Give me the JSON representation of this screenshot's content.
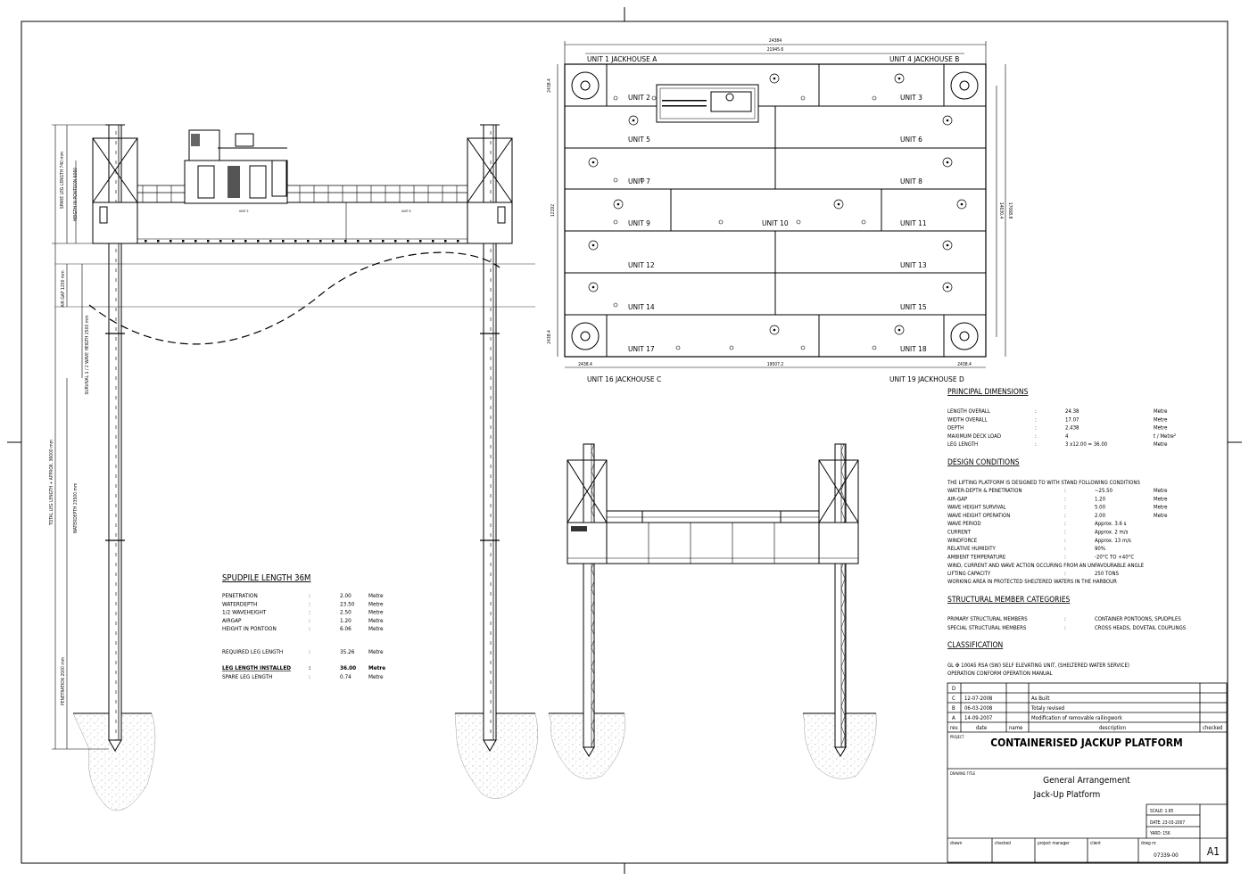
{
  "plan": {
    "dims": {
      "overall_width": "24384",
      "inner_width": "21945.6",
      "overall_height": "17068.8",
      "inner_height": "14630.4",
      "side_mid": "12192",
      "corner_top": "2438.4",
      "corner_bottom": "2438.4",
      "bottom_left": "2438.4",
      "bottom_mid": "19507.2",
      "bottom_right": "2438.4"
    },
    "jackhouses": {
      "a": "UNIT 1 JACKHOUSE A",
      "b": "UNIT 4 JACKHOUSE B",
      "c": "UNIT 16 JACKHOUSE C",
      "d": "UNIT 19 JACKHOUSE D"
    },
    "units": {
      "u2": "UNIT 2",
      "u3": "UNIT 3",
      "u5": "UNIT 5",
      "u6": "UNIT 6",
      "u7": "UNIT 7",
      "u8": "UNIT 8",
      "u9": "UNIT 9",
      "u10": "UNIT 10",
      "u11": "UNIT 11",
      "u12": "UNIT 12",
      "u13": "UNIT 13",
      "u14": "UNIT 14",
      "u15": "UNIT 15",
      "u17": "UNIT 17",
      "u18": "UNIT 18"
    }
  },
  "elevation": {
    "dims": {
      "total_leg": "TOTAL LEG LENGTH + APPROX. 36000 mm",
      "spare_leg": "SPARE LEG LENGTH 740 mm",
      "height_pontoon": "HEIGTH IN PONTOON 6060",
      "air_gap": "AIR GAP 1200 mm",
      "survival": "SURVIVAL 1 / 2 WAVE HEIGTH 2500 mm",
      "waterdepth": "WATERDEPTH 23500 mm",
      "penetration": "PENETRATION 2000 mm"
    },
    "spudpile": {
      "title": "SPUDPILE LENGTH 36M",
      "rows": [
        {
          "label": "PENETRATION",
          "sep": ":",
          "value": "2.00",
          "unit": "Metre"
        },
        {
          "label": "WATERDEPTH",
          "sep": ":",
          "value": "23.50",
          "unit": "Metre"
        },
        {
          "label": "1/2 WAVEHEIGHT",
          "sep": ":",
          "value": "2.50",
          "unit": "Metre"
        },
        {
          "label": "AIRGAP",
          "sep": ":",
          "value": "1.20",
          "unit": "Metre"
        },
        {
          "label": "HEIGHT IN PONTOON",
          "sep": ":",
          "value": "6.06",
          "unit": "Metre"
        }
      ],
      "required": {
        "label": "REQUIRED LEG LENGTH",
        "sep": ":",
        "value": "35.26",
        "unit": "Metre"
      },
      "installed": {
        "label": "LEG LENGTH INSTALLED",
        "sep": ":",
        "value": "36.00",
        "unit": "Metre"
      },
      "spare": {
        "label": "SPARE LEG LENGTH",
        "sep": ":",
        "value": "0.74",
        "unit": "Metre"
      }
    }
  },
  "specs": {
    "principal": {
      "title": "PRINCIPAL DIMENSIONS",
      "rows": [
        {
          "label": "LENGTH OVERALL",
          "sep": ":",
          "value": "24.38",
          "unit": "Metre"
        },
        {
          "label": "WIDTH OVERALL",
          "sep": ":",
          "value": "17.07",
          "unit": "Metre"
        },
        {
          "label": "DEPTH",
          "sep": ":",
          "value": "2.438",
          "unit": "Metre"
        },
        {
          "label": "MAXIMUM DECK LOAD",
          "sep": ":",
          "value": "4",
          "unit": "t / Metre²"
        },
        {
          "label": "LEG LENGTH",
          "sep": ":",
          "value": "3 x12.00 = 36.00",
          "unit": "Metre"
        }
      ]
    },
    "design": {
      "title": "DESIGN CONDITIONS",
      "intro": "THE LIFTING PLATFORM IS DESIGNED TO WITH STAND FOLLOWING CONDITIONS",
      "rows": [
        {
          "label": "WATER-DEPTH & PENETRATION",
          "sep": ":",
          "value": "~25.50",
          "unit": "Metre"
        },
        {
          "label": "AIR-GAP",
          "sep": ":",
          "value": "1.20",
          "unit": "Metre"
        },
        {
          "label": "WAVE HEIGHT SURVIVAL",
          "sep": ":",
          "value": "5.00",
          "unit": "Metre"
        },
        {
          "label": "WAVE HEIGHT OPERATION",
          "sep": ":",
          "value": "2.00",
          "unit": "Metre"
        },
        {
          "label": "WAVE PERIOD",
          "sep": ":",
          "value": "Approx. 3.6 s",
          "unit": ""
        },
        {
          "label": "CURRENT",
          "sep": ":",
          "value": "Approx. 2 m/s",
          "unit": ""
        },
        {
          "label": "WINDFORCE",
          "sep": ":",
          "value": "Approx. 13 m/s",
          "unit": ""
        },
        {
          "label": "RELATIVE HUMIDITY",
          "sep": ":",
          "value": "90%",
          "unit": ""
        },
        {
          "label": "AMBIENT TEMPERATURE",
          "sep": ":",
          "value": "-20°C TO +40°C",
          "unit": ""
        }
      ],
      "note1": "WIND, CURRENT AND WAVE ACTION OCCURING FROM AN UNFAVOURABLE ANGLE",
      "capacity": {
        "label": "LIFTING CAPACITY",
        "sep": ":",
        "value": "250 TONS"
      },
      "note2": "WORKING AREA IN PROTECTED SHELTERED WATERS IN THE HARBOUR"
    },
    "structural": {
      "title": "STRUCTURAL MEMBER CATEGORIES",
      "rows": [
        {
          "label": "PRIMARY STRUCTURAL MEMBERS",
          "sep": ":",
          "value": "CONTAINER PONTOONS, SPUDPILES"
        },
        {
          "label": "SPECIAL STRUCTURAL MEMBERS",
          "sep": ":",
          "value": "CROSS HEADS, DOVETAIL COUPLINGS"
        }
      ]
    },
    "classification": {
      "title": "CLASSIFICATION",
      "line1": "GL ✠ 100A5 RSA (SW) SELF ELEVATING UNIT, (SHELTERED WATER SERVICE)",
      "line2": "OPERATION CONFORM OPERATION MANUAL"
    }
  },
  "title_block": {
    "revisions": [
      {
        "rev": "D",
        "date": "",
        "name": "",
        "description": ""
      },
      {
        "rev": "C",
        "date": "12-07-2008",
        "name": "",
        "description": "As Built"
      },
      {
        "rev": "B",
        "date": "06-03-2008",
        "name": "",
        "description": "Totaly revised"
      },
      {
        "rev": "A",
        "date": "14-09-2007",
        "name": "",
        "description": "Modification of removable railingwork"
      }
    ],
    "headers": {
      "rev": "rev.",
      "date": "date",
      "name": "name",
      "description": "description",
      "checked": "checked"
    },
    "project_label": "PROJECT",
    "project": "CONTAINERISED JACKUP PLATFORM",
    "drawing_title_label": "DRAWING TITLE",
    "drawing_title_1": "General Arrangement",
    "drawing_title_2": "Jack-Up Platform",
    "scale": "SCALE: 1:85",
    "date": "DATE: 23-03-2007",
    "yard": "YARD: 156",
    "footer": {
      "drawn": "drawn",
      "checked": "checked",
      "project_manager": "project manager",
      "client": "client",
      "drwg_nr_label": "drwg nr.",
      "drwg_nr": "07339-00",
      "sheet": "A1"
    }
  }
}
